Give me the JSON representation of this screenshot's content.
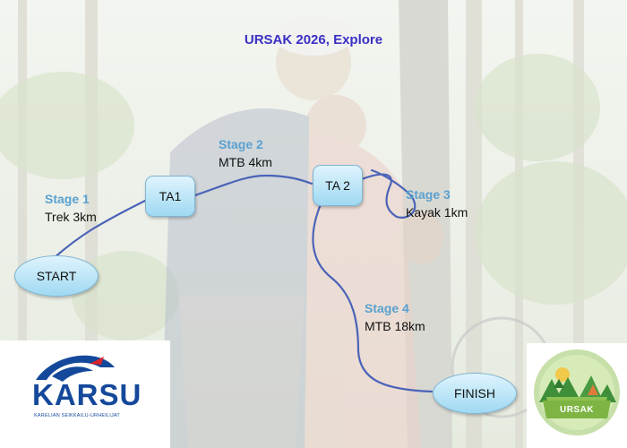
{
  "title": "URSAK 2026, Explore",
  "nodes": {
    "start": "START",
    "ta1": "TA1",
    "ta2": "TA 2",
    "finish": "FINISH"
  },
  "stages": [
    {
      "name": "Stage 1",
      "desc": "Trek 3km"
    },
    {
      "name": "Stage 2",
      "desc": "MTB 4km"
    },
    {
      "name": "Stage 3",
      "desc": "Kayak 1km"
    },
    {
      "name": "Stage 4",
      "desc": "MTB 18km"
    }
  ],
  "logos": {
    "karsu": {
      "name": "KARSU",
      "subtitle": "KARELIAN SEIKKAILU-URHEILIJAT"
    },
    "ursak": {
      "name": "URSAK"
    }
  },
  "colors": {
    "title": "#3a2fc4",
    "stage_name": "#5aa1cf",
    "route_line": "#4a63b8",
    "node_fill": "#b9e5f7",
    "karsu_blue": "#14489a",
    "karsu_red": "#d8242c",
    "ursak_green": "#8cc152"
  }
}
